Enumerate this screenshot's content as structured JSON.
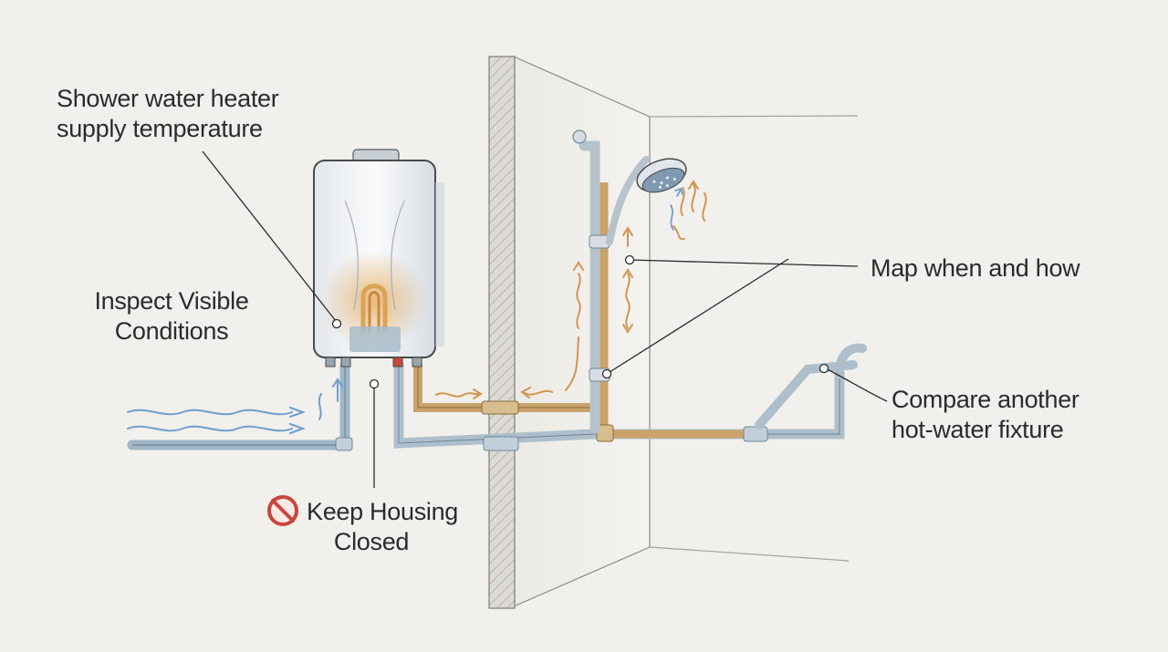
{
  "labels": {
    "heater_supply": [
      "Shower water heater",
      "supply temperature"
    ],
    "inspect": [
      "Inspect Visible",
      "Conditions"
    ],
    "map": "Map when and how",
    "compare": [
      "Compare another",
      "hot-water fixture"
    ],
    "keep_housing": [
      "Keep Housing",
      "Closed"
    ]
  },
  "icons": {
    "keep_housing_icon": "prohibited-icon",
    "prohibited_color": "#c8463a"
  },
  "colors": {
    "background": "#f1f0ec",
    "hot_pipe": "#c9a36a",
    "cold_pipe": "#9fb6c6",
    "hot_arrow": "#d39450",
    "cold_arrow": "#6f9ed1",
    "outline": "#4a4a4a"
  }
}
